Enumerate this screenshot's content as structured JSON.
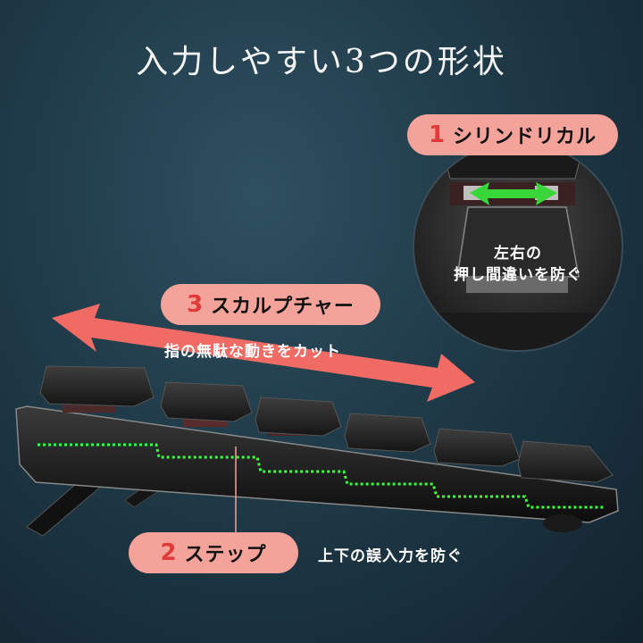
{
  "title": "入力しやすい3つの形状",
  "features": [
    {
      "number": "1",
      "label": "シリンドリカル",
      "description": "左右の\n押し間違いを防ぐ"
    },
    {
      "number": "2",
      "label": "ステップ",
      "description": "上下の誤入力を防ぐ"
    },
    {
      "number": "3",
      "label": "スカルプチャー",
      "description": "指の無駄な動きをカット"
    }
  ],
  "colors": {
    "pill_bg": "#f4a39a",
    "pill_number": "#e23a3a",
    "arrow": "#ef6b64",
    "step_line": "#3cff3c",
    "double_arrow": "#39d639"
  }
}
